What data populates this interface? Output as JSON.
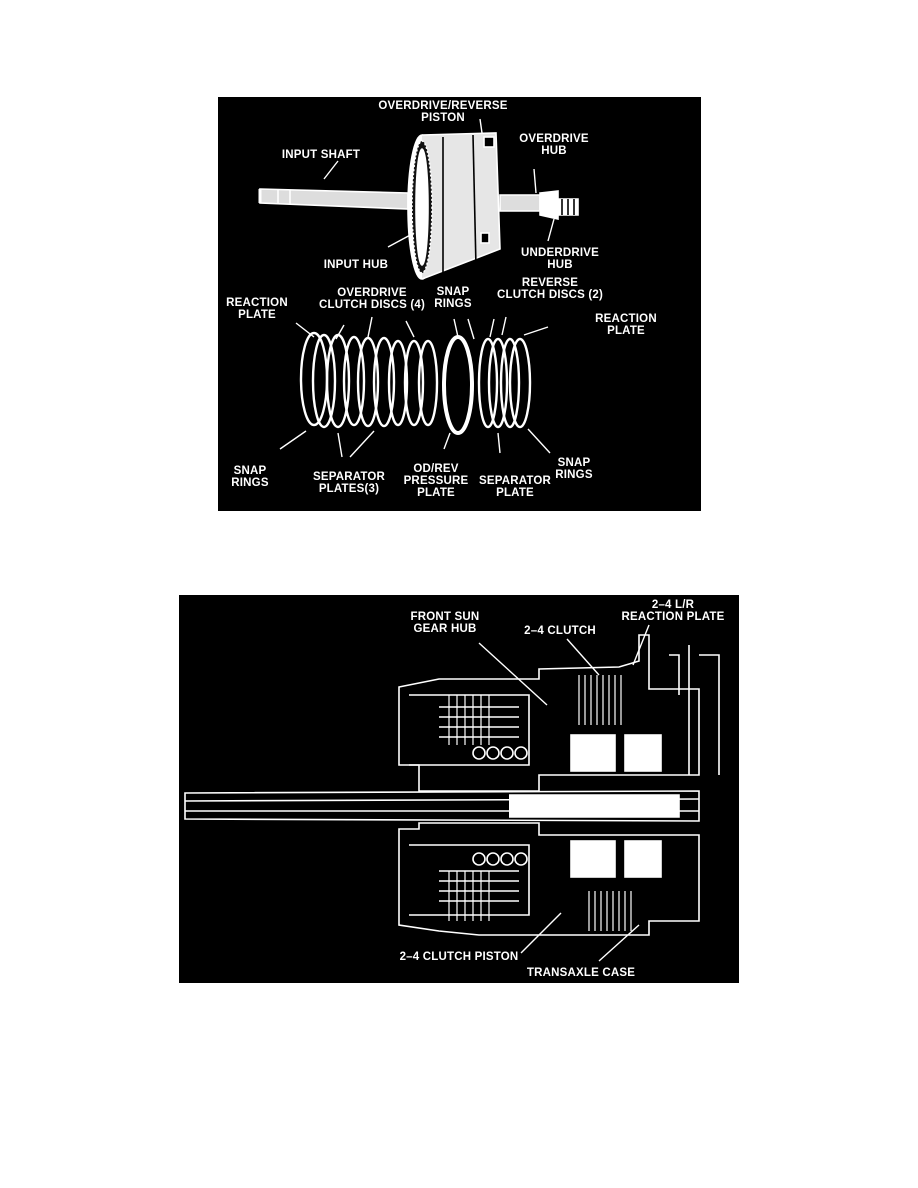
{
  "figure1": {
    "labels": {
      "od_rev_piston": "OVERDRIVE/REVERSE\nPISTON",
      "input_shaft": "INPUT SHAFT",
      "overdrive_hub": "OVERDRIVE\nHUB",
      "input_hub": "INPUT HUB",
      "underdrive_hub": "UNDERDRIVE\nHUB",
      "reaction_plate_left": "REACTION\nPLATE",
      "overdrive_clutch_discs": "OVERDRIVE\nCLUTCH DISCS (4)",
      "snap_rings_top": "SNAP\nRINGS",
      "reverse_clutch_discs": "REVERSE\nCLUTCH DISCS (2)",
      "reaction_plate_right": "REACTION\nPLATE",
      "snap_rings_left": "SNAP\nRINGS",
      "separator_plates": "SEPARATOR\nPLATES(3)",
      "od_rev_pressure_plate": "OD/REV\nPRESSURE\nPLATE",
      "separator_plate": "SEPARATOR\nPLATE",
      "snap_rings_right": "SNAP\nRINGS"
    }
  },
  "figure2": {
    "labels": {
      "front_sun_gear_hub": "FRONT SUN\nGEAR HUB",
      "clutch_24": "2–4 CLUTCH",
      "lr_reaction_plate": "2–4 L/R\nREACTION PLATE",
      "clutch_piston_24": "2–4 CLUTCH PISTON",
      "transaxle_case": "TRANSAXLE CASE"
    }
  }
}
